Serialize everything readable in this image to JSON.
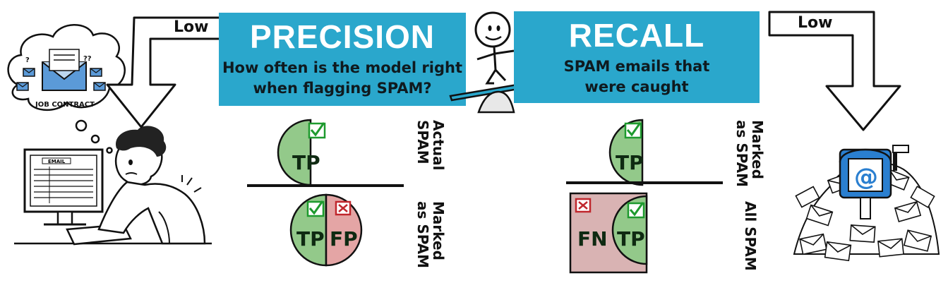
{
  "precision": {
    "title": "PRECISION",
    "line1": "How often is the model right",
    "line2": "when flagging SPAM?",
    "top_label": [
      "Actual",
      "SPAM"
    ],
    "bottom_label": [
      "Marked",
      "as SPAM"
    ],
    "numerator": [
      "TP"
    ],
    "denominator": [
      "TP",
      "FP"
    ]
  },
  "recall": {
    "title": "RECALL",
    "line1": "SPAM emails that",
    "line2": "were caught",
    "top_label": [
      "Marked",
      "as SPAM"
    ],
    "bottom_label": [
      "All SPAM"
    ],
    "numerator": [
      "TP"
    ],
    "denominator": [
      "FN",
      "TP"
    ]
  },
  "left_arrow": {
    "label": "Low"
  },
  "right_arrow": {
    "label": "Low"
  },
  "thought_bubble": {
    "label": "JOB CONTRACT",
    "screen_label": "EMAIL"
  },
  "colors": {
    "banner": "#2aa7cc",
    "tp_green": "#93c98a",
    "fp_red": "#e4a5a5",
    "fn_box": "#d9b3b3",
    "check": "#1e9a2e",
    "cross": "#c0272d",
    "mailbox": "#2a7fd0"
  },
  "icons": [
    "check-icon",
    "cross-icon",
    "envelope-icon",
    "mailbox-icon",
    "person-icon",
    "computer-icon"
  ]
}
